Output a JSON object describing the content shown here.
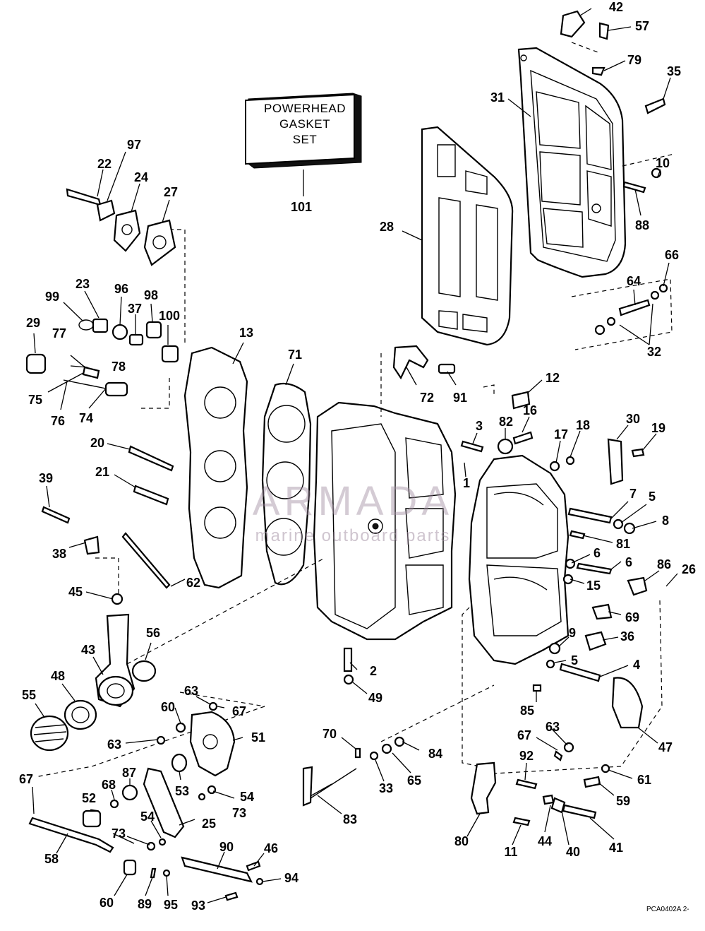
{
  "gasket_set_box": {
    "line1": "POWERHEAD",
    "line2": "GASKET",
    "line3": "SET"
  },
  "watermark": {
    "brand": "ARMADA",
    "tagline": "marine outboard parts"
  },
  "figure_code": "PCA0402A 2-",
  "labels": {
    "l42": "42",
    "l57": "57",
    "l79": "79",
    "l35": "35",
    "l31": "31",
    "l10": "10",
    "l88": "88",
    "l28": "28",
    "l101": "101",
    "l97": "97",
    "l22": "22",
    "l24": "24",
    "l27": "27",
    "l66": "66",
    "l64": "64",
    "l32": "32",
    "l99": "99",
    "l23": "23",
    "l96": "96",
    "l98": "98",
    "l37": "37",
    "l100": "100",
    "l29": "29",
    "l13": "13",
    "l71": "71",
    "l77": "77",
    "l78": "78",
    "l75": "75",
    "l76": "76",
    "l74": "74",
    "l72": "72",
    "l91": "91",
    "l12": "12",
    "l16": "16",
    "l82": "82",
    "l3": "3",
    "l30": "30",
    "l19": "19",
    "l17": "17",
    "l18": "18",
    "l20": "20",
    "l1": "1",
    "l21": "21",
    "l39": "39",
    "l7": "7",
    "l5a": "5",
    "l8": "8",
    "l81": "81",
    "l38": "38",
    "l6a": "6",
    "l6b": "6",
    "l86": "86",
    "l26": "26",
    "l62": "62",
    "l15": "15",
    "l45": "45",
    "l69": "69",
    "l56": "56",
    "l43": "43",
    "l9": "9",
    "l36": "36",
    "l48": "48",
    "l2": "2",
    "l5b": "5",
    "l4": "4",
    "l55": "55",
    "l49": "49",
    "l63a": "63",
    "l67a": "67",
    "l60a": "60",
    "l85": "85",
    "l63b": "63",
    "l51": "51",
    "l70": "70",
    "l84": "84",
    "l67b": "67",
    "l63c": "63",
    "l47": "47",
    "l87": "87",
    "l92": "92",
    "l61": "61",
    "l67c": "67",
    "l68": "68",
    "l53": "53",
    "l54a": "54",
    "l33": "33",
    "l65": "65",
    "l52": "52",
    "l73a": "73",
    "l59": "59",
    "l25": "25",
    "l83": "83",
    "l54b": "54",
    "l44": "44",
    "l73b": "73",
    "l80": "80",
    "l41": "41",
    "l58": "58",
    "l90": "90",
    "l46": "46",
    "l11": "11",
    "l40": "40",
    "l94": "94",
    "l60b": "60",
    "l89": "89",
    "l95": "95",
    "l93": "93"
  }
}
